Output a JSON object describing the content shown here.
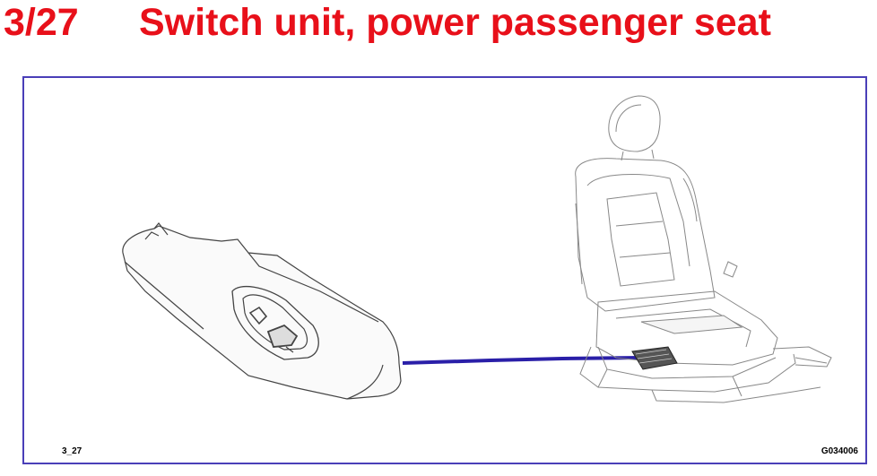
{
  "header": {
    "code": "3/27",
    "title": "Switch unit, power passenger seat"
  },
  "figure": {
    "ref_left": "3_27",
    "ref_right": "G034006",
    "colors": {
      "title": "#e8101a",
      "frame": "#4a3fb8",
      "leader": "#2a1fa8"
    }
  }
}
